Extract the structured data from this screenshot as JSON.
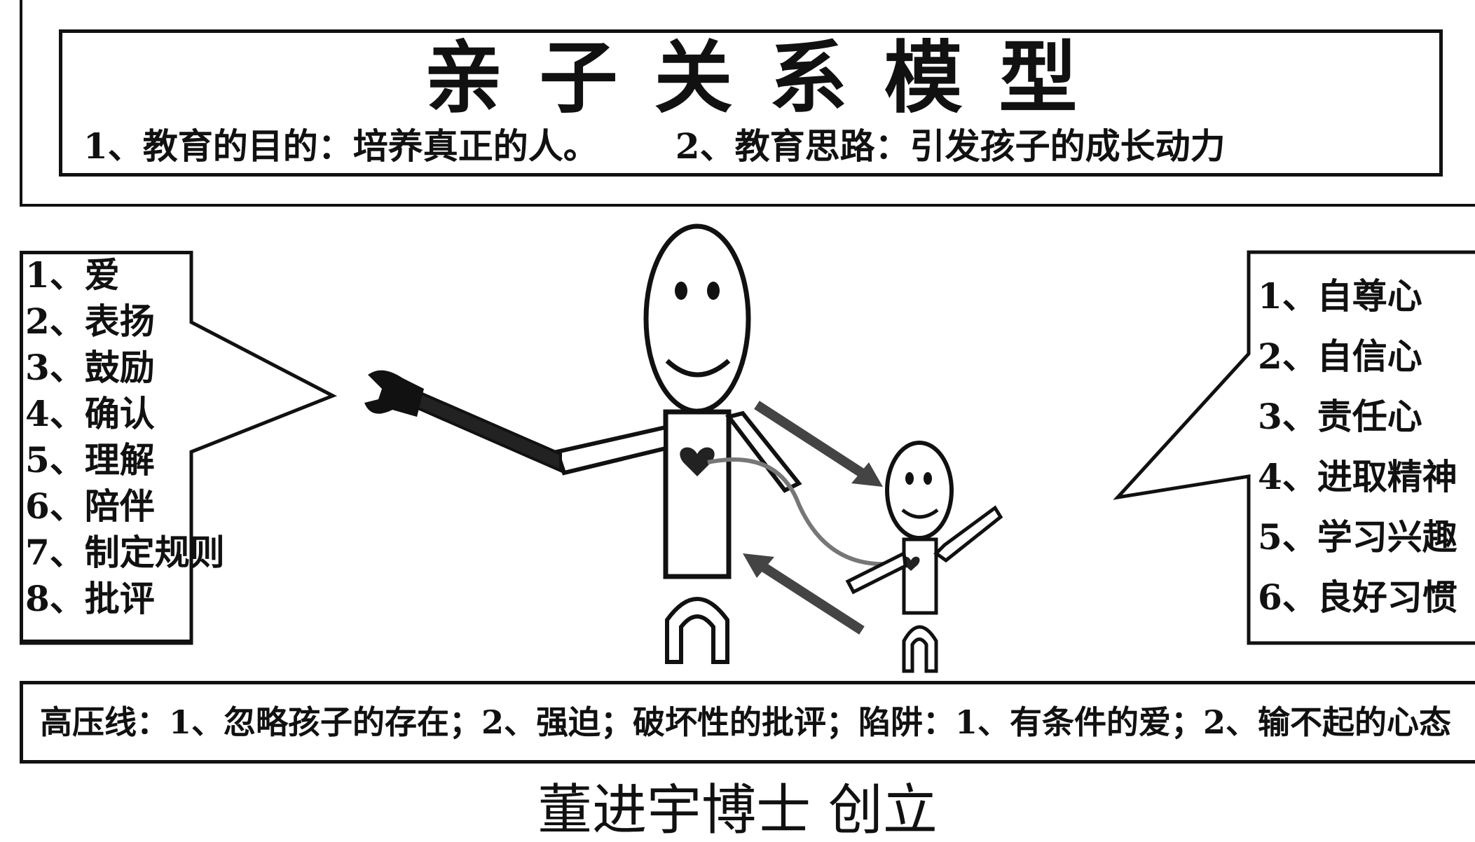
{
  "title": "亲子关系模型",
  "subtitle": {
    "goal": "1、教育的目的：培养真正的人。",
    "approach": "2、教育思路：引发孩子的成长动力"
  },
  "parent_actions": [
    "1、爱",
    "2、表扬",
    "3、鼓励",
    "4、确认",
    "5、理解",
    "6、陪伴",
    "7、制定规则",
    "8、批评"
  ],
  "child_qualities": [
    "1、自尊心",
    "2、自信心",
    "3、责任心",
    "4、进取精神",
    "5、学习兴趣",
    "6、良好习惯"
  ],
  "warning_bar": "高压线：1、忽略孩子的存在；2、强迫；破坏性的批评；陷阱：1、有条件的爱；2、输不起的心态",
  "credit": "董进宇博士 创立"
}
